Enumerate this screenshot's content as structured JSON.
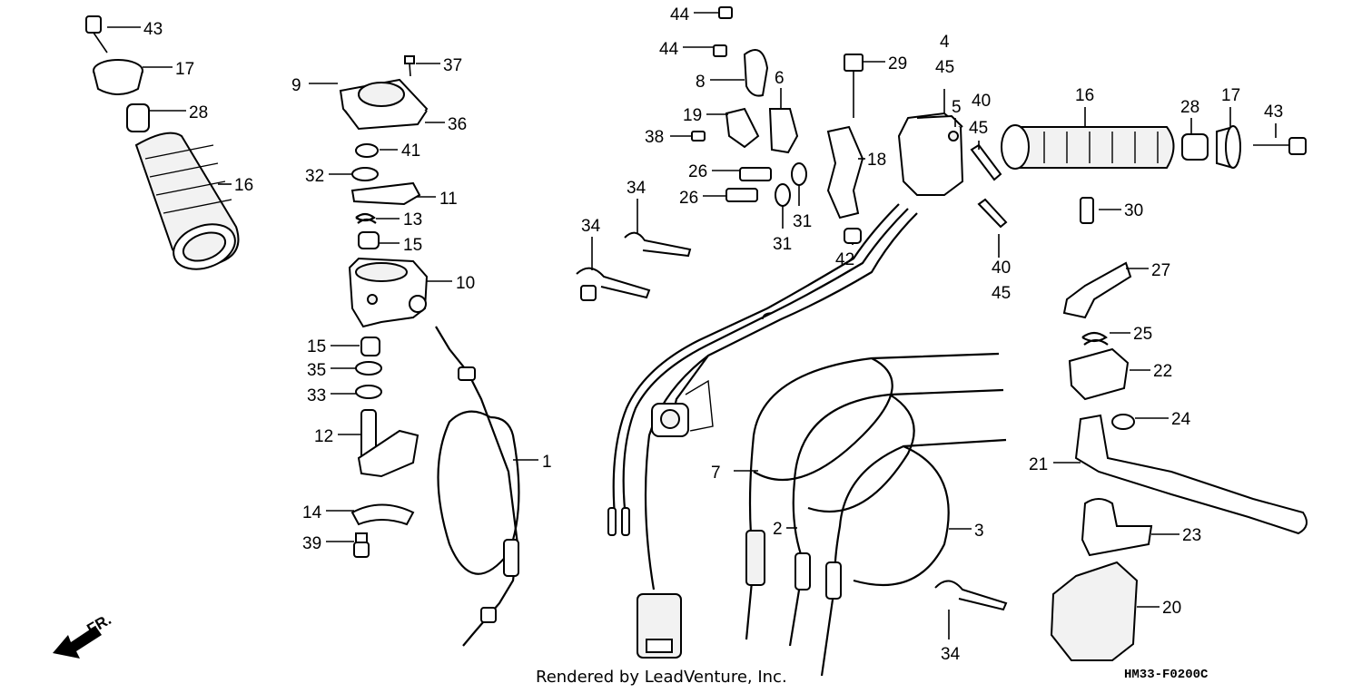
{
  "diagram": {
    "footer_credit": "Rendered by LeadVenture, Inc.",
    "diagram_code": "HM33-F0200C",
    "direction_label": "FR.",
    "callouts": [
      {
        "id": "c43a",
        "text": "43"
      },
      {
        "id": "c17a",
        "text": "17"
      },
      {
        "id": "c28a",
        "text": "28"
      },
      {
        "id": "c16a",
        "text": "16"
      },
      {
        "id": "c9",
        "text": "9"
      },
      {
        "id": "c37",
        "text": "37"
      },
      {
        "id": "c36",
        "text": "36"
      },
      {
        "id": "c41",
        "text": "41"
      },
      {
        "id": "c32",
        "text": "32"
      },
      {
        "id": "c11",
        "text": "11"
      },
      {
        "id": "c13",
        "text": "13"
      },
      {
        "id": "c15a",
        "text": "15"
      },
      {
        "id": "c10",
        "text": "10"
      },
      {
        "id": "c15b",
        "text": "15"
      },
      {
        "id": "c35",
        "text": "35"
      },
      {
        "id": "c33",
        "text": "33"
      },
      {
        "id": "c12",
        "text": "12"
      },
      {
        "id": "c1",
        "text": "1"
      },
      {
        "id": "c14",
        "text": "14"
      },
      {
        "id": "c39",
        "text": "39"
      },
      {
        "id": "c44a",
        "text": "44"
      },
      {
        "id": "c44b",
        "text": "44"
      },
      {
        "id": "c8",
        "text": "8"
      },
      {
        "id": "c6",
        "text": "6"
      },
      {
        "id": "c19",
        "text": "19"
      },
      {
        "id": "c38",
        "text": "38"
      },
      {
        "id": "c26a",
        "text": "26"
      },
      {
        "id": "c26b",
        "text": "26"
      },
      {
        "id": "c31a",
        "text": "31"
      },
      {
        "id": "c31b",
        "text": "31"
      },
      {
        "id": "c34a",
        "text": "34"
      },
      {
        "id": "c34b",
        "text": "34"
      },
      {
        "id": "c29",
        "text": "29"
      },
      {
        "id": "c18",
        "text": "18"
      },
      {
        "id": "c42",
        "text": "42"
      },
      {
        "id": "c4",
        "text": "4"
      },
      {
        "id": "c45a",
        "text": "45"
      },
      {
        "id": "c40a",
        "text": "40"
      },
      {
        "id": "c5",
        "text": "5"
      },
      {
        "id": "c45b",
        "text": "45"
      },
      {
        "id": "c40b",
        "text": "40"
      },
      {
        "id": "c45c",
        "text": "45"
      },
      {
        "id": "c16b",
        "text": "16"
      },
      {
        "id": "c28b",
        "text": "28"
      },
      {
        "id": "c17b",
        "text": "17"
      },
      {
        "id": "c43b",
        "text": "43"
      },
      {
        "id": "c30",
        "text": "30"
      },
      {
        "id": "c27",
        "text": "27"
      },
      {
        "id": "c25",
        "text": "25"
      },
      {
        "id": "c22",
        "text": "22"
      },
      {
        "id": "c24",
        "text": "24"
      },
      {
        "id": "c21",
        "text": "21"
      },
      {
        "id": "c7",
        "text": "7"
      },
      {
        "id": "c2",
        "text": "2"
      },
      {
        "id": "c3",
        "text": "3"
      },
      {
        "id": "c23",
        "text": "23"
      },
      {
        "id": "c20",
        "text": "20"
      },
      {
        "id": "c34c",
        "text": "34"
      }
    ]
  }
}
